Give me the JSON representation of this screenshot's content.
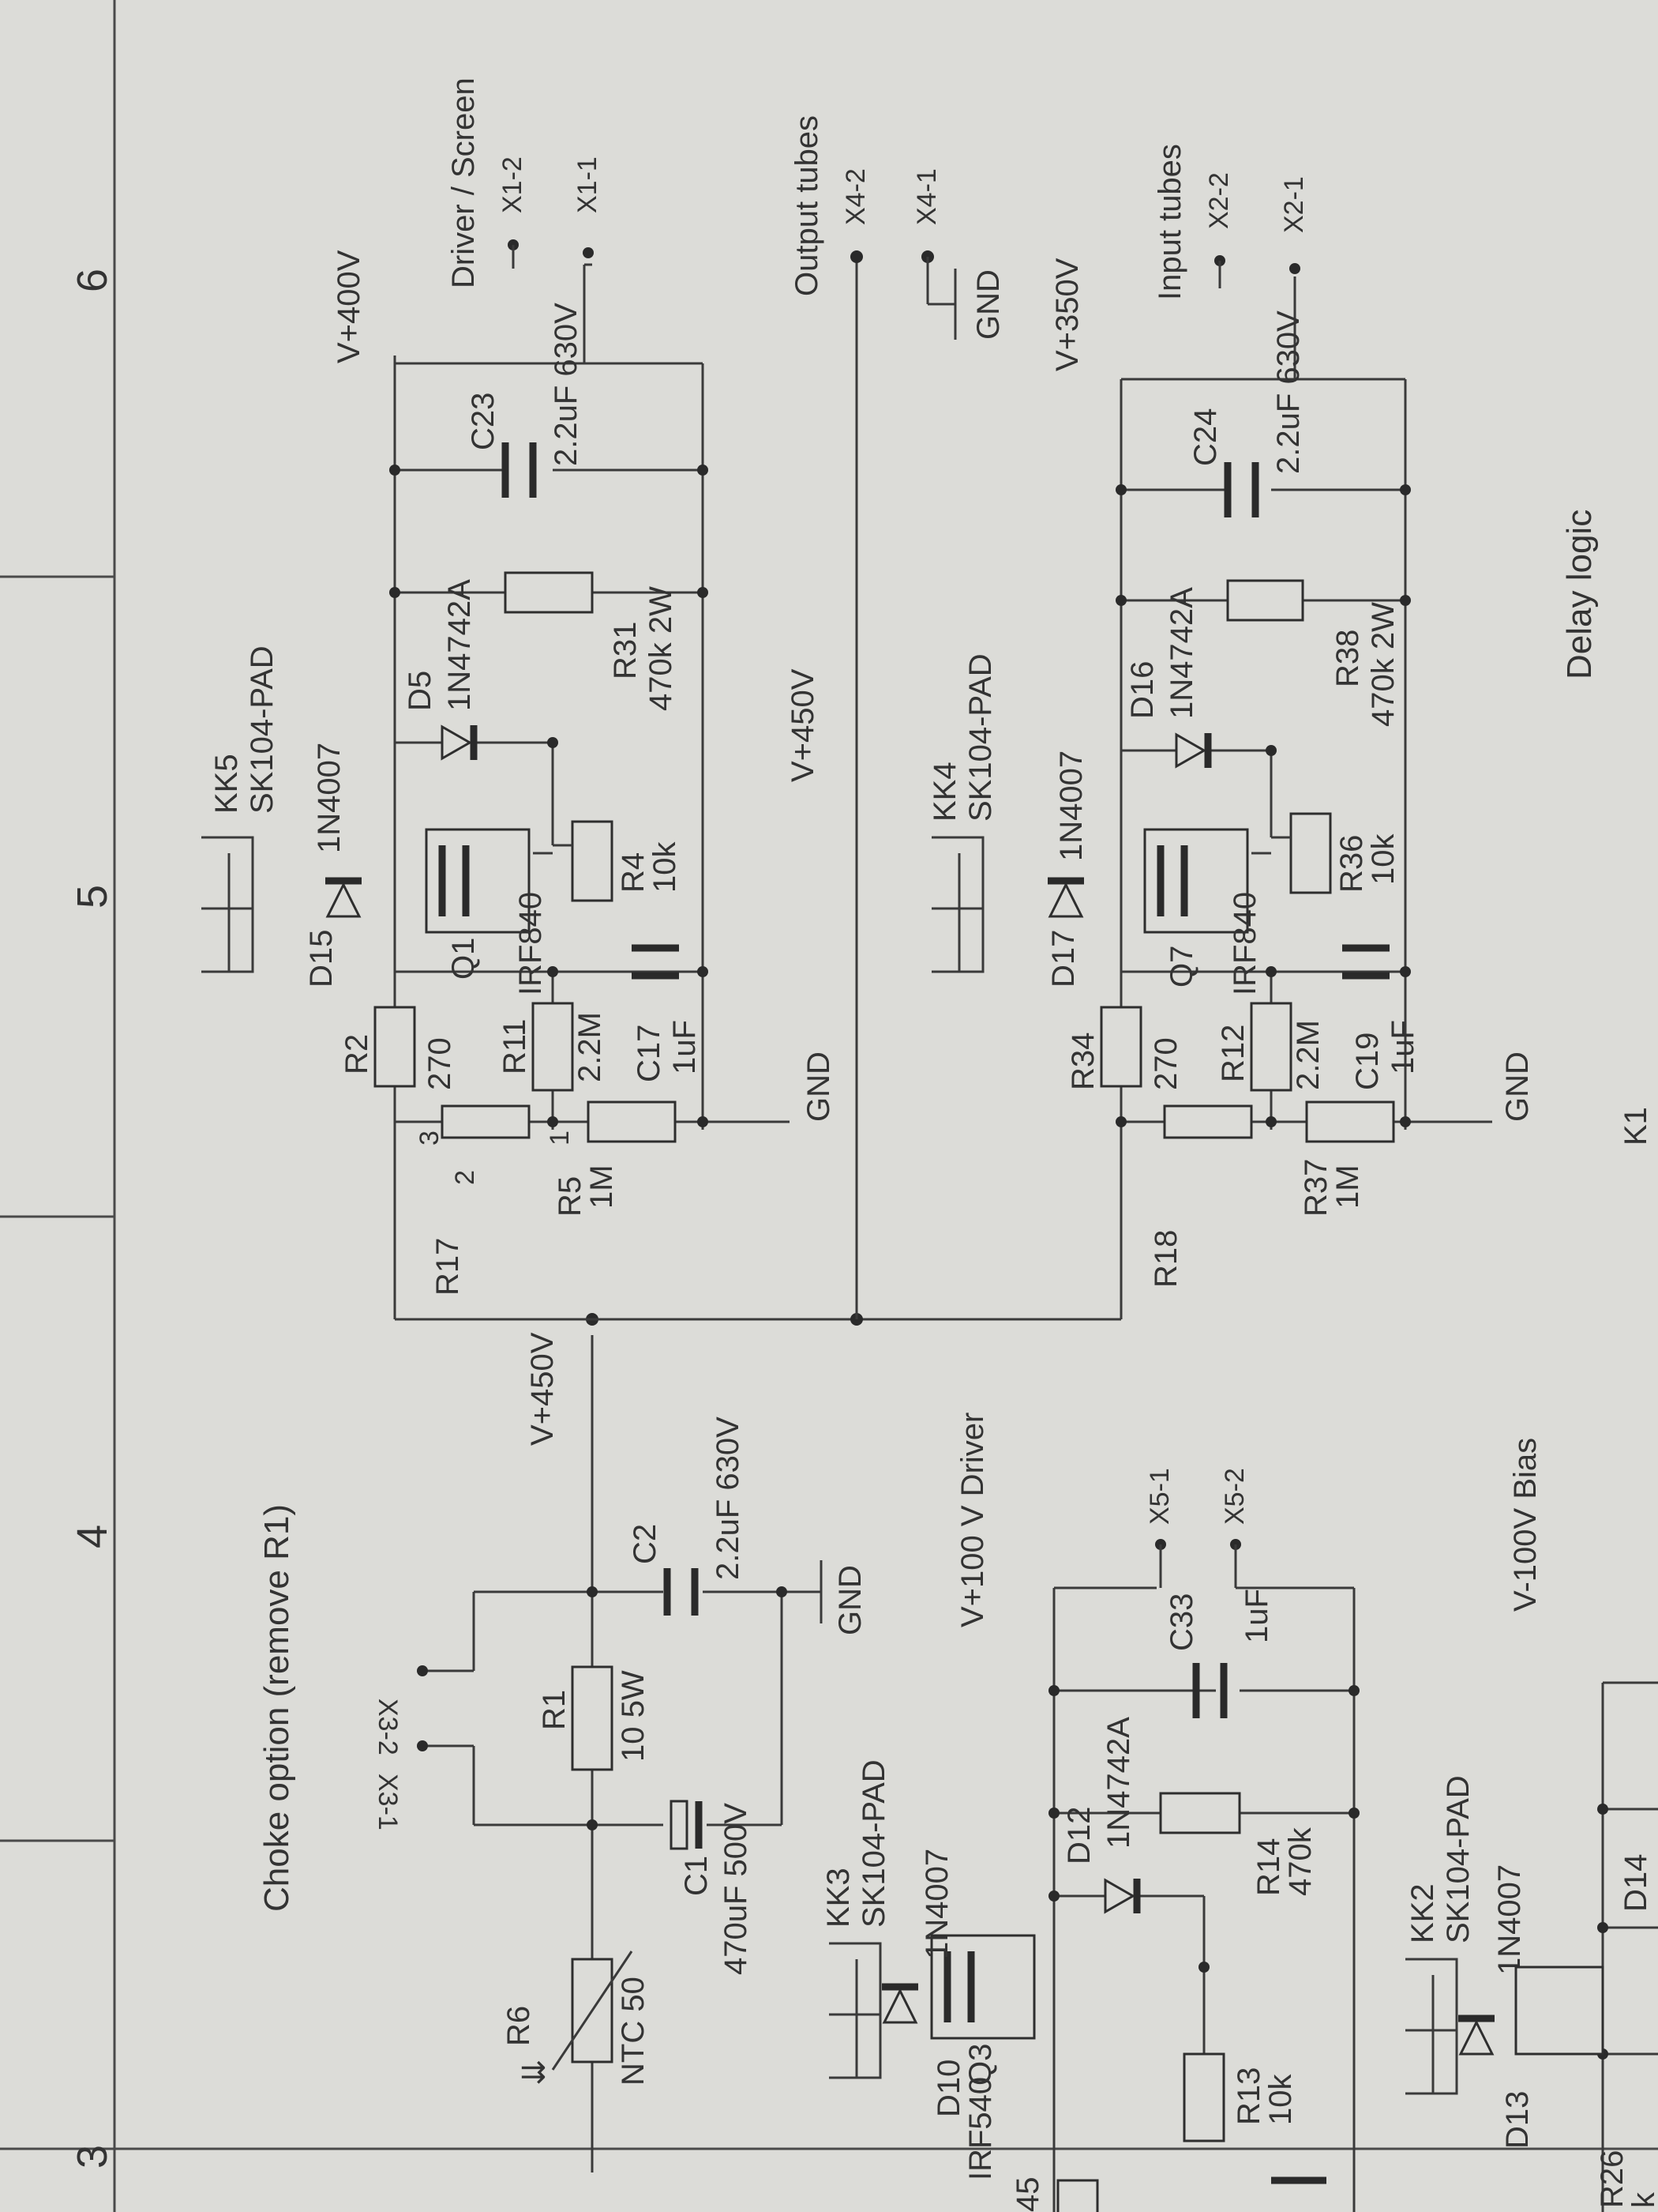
{
  "frame": {
    "column_numbers": [
      "3",
      "4",
      "5",
      "6"
    ]
  },
  "sections": {
    "choke_option": "Choke option (remove R1)",
    "driver_screen": "Driver / Screen",
    "output_tubes": "Output tubes",
    "input_tubes": "Input tubes",
    "v100_driver": "V+100 V Driver",
    "v100_bias": "V-100V Bias",
    "delay_logic": "Delay logic"
  },
  "rails": {
    "v450_left": "V+450V",
    "v450_mid": "V+450V",
    "v400": "V+400V",
    "v350": "V+350V"
  },
  "connectors": [
    "X3-1",
    "X3-2",
    "X1-2",
    "X1-1",
    "X4-2",
    "X4-1",
    "X2-2",
    "X2-1",
    "X5-1",
    "X5-2"
  ],
  "gnd": "GND",
  "components": {
    "R6": {
      "ref": "R6",
      "value": "NTC 50"
    },
    "R1": {
      "ref": "R1",
      "value": "10 5W"
    },
    "C1": {
      "ref": "C1",
      "value": "470uF 500V"
    },
    "C2": {
      "ref": "C2",
      "value": "2.2uF 630V"
    },
    "R17": {
      "ref": "R17"
    },
    "R2": {
      "ref": "R2",
      "value": "270"
    },
    "R11": {
      "ref": "R11",
      "value": "2.2M"
    },
    "R5": {
      "ref": "R5",
      "value": "1M"
    },
    "C17": {
      "ref": "C17",
      "value": "1uF"
    },
    "D15": {
      "ref": "D15",
      "value": "1N4007"
    },
    "Q1": {
      "ref": "Q1",
      "value": "IRF840"
    },
    "R4": {
      "ref": "R4",
      "value": "10k"
    },
    "D5": {
      "ref": "D5",
      "value": "1N4742A"
    },
    "R31": {
      "ref": "R31",
      "value": "470k 2W"
    },
    "C23": {
      "ref": "C23",
      "value": "2.2uF 630V"
    },
    "KK5": {
      "ref": "KK5",
      "value": "SK104-PAD"
    },
    "R18": {
      "ref": "R18"
    },
    "R34": {
      "ref": "R34",
      "value": "270"
    },
    "R12": {
      "ref": "R12",
      "value": "2.2M"
    },
    "R37": {
      "ref": "R37",
      "value": "1M"
    },
    "C19": {
      "ref": "C19",
      "value": "1uF"
    },
    "D17": {
      "ref": "D17",
      "value": "1N4007"
    },
    "Q7": {
      "ref": "Q7",
      "value": "IRF840"
    },
    "R36": {
      "ref": "R36",
      "value": "10k"
    },
    "D16": {
      "ref": "D16",
      "value": "1N4742A"
    },
    "R38": {
      "ref": "R38",
      "value": "470k 2W"
    },
    "C24": {
      "ref": "C24",
      "value": "2.2uF 630V"
    },
    "KK4": {
      "ref": "KK4",
      "value": "SK104-PAD"
    },
    "KK3": {
      "ref": "KK3",
      "value": "SK104-PAD"
    },
    "D10": {
      "ref": "D10",
      "value": "1N4007"
    },
    "Q3": {
      "ref": "Q3",
      "value": "IRF540"
    },
    "R13": {
      "ref": "R13",
      "value": "10k"
    },
    "D12": {
      "ref": "D12",
      "value": "1N4742A"
    },
    "R14": {
      "ref": "R14",
      "value": "470k"
    },
    "C33": {
      "ref": "C33",
      "value": "1uF"
    },
    "KK2": {
      "ref": "KK2",
      "value": "SK104-PAD"
    },
    "D13": {
      "ref": "D13",
      "value": "1N4007"
    },
    "D14": {
      "ref": "D14"
    },
    "R26": {
      "ref": "R26"
    },
    "K1": {
      "ref": "K1"
    }
  },
  "pot_pins": {
    "p1": "1",
    "p2": "2",
    "p3": "3"
  },
  "edge_text": {
    "n45": "45",
    "k1": "k",
    "k2": "k"
  }
}
